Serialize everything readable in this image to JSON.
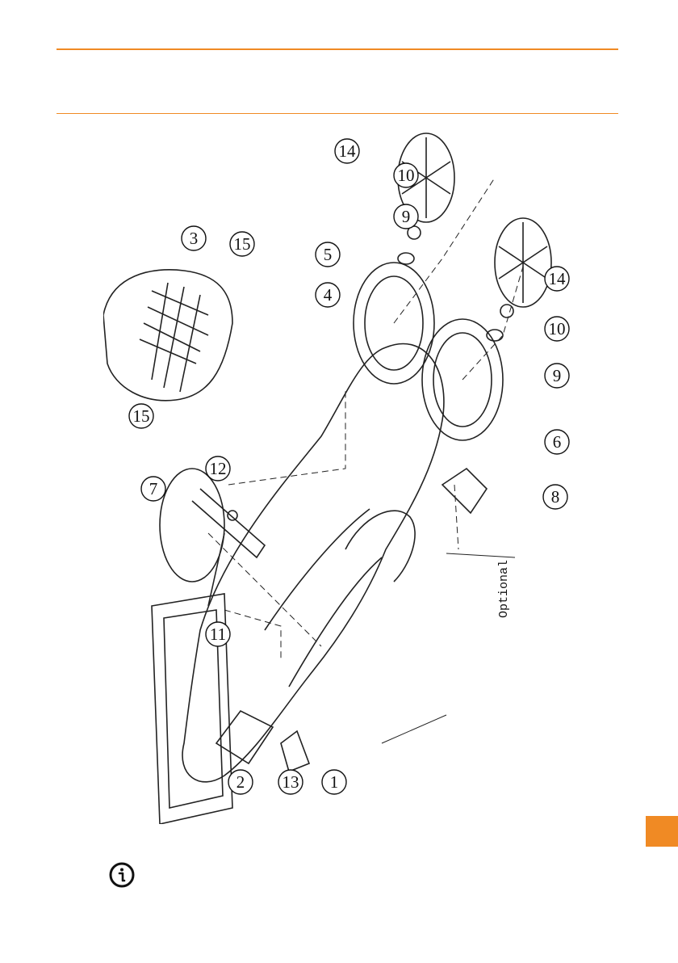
{
  "header": {
    "accent_color": "#f08a24"
  },
  "diagram": {
    "callouts": [
      "1",
      "2",
      "3",
      "4",
      "5",
      "6",
      "7",
      "8",
      "9",
      "9",
      "10",
      "10",
      "11",
      "12",
      "13",
      "14",
      "14",
      "15",
      "15"
    ],
    "optional_label": "Optional"
  },
  "footer": {
    "info_icon": "info-circle-icon"
  }
}
